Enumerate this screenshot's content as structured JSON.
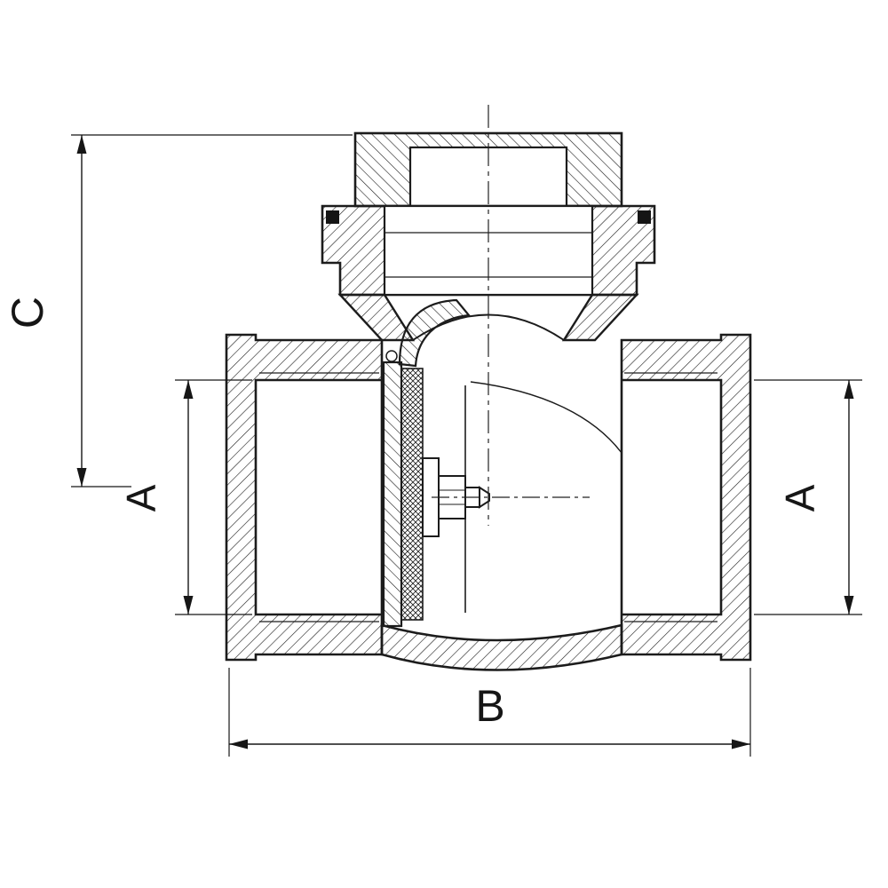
{
  "page": {
    "background": "#ffffff"
  },
  "drawing": {
    "type": "technical-drawing",
    "subject": "Swing check valve - sectional view with dimension callouts",
    "line_color": "#1c1c1c",
    "labels": {
      "dim_c": "C",
      "dim_a_left": "A",
      "dim_a_right": "A",
      "dim_b": "B"
    }
  }
}
